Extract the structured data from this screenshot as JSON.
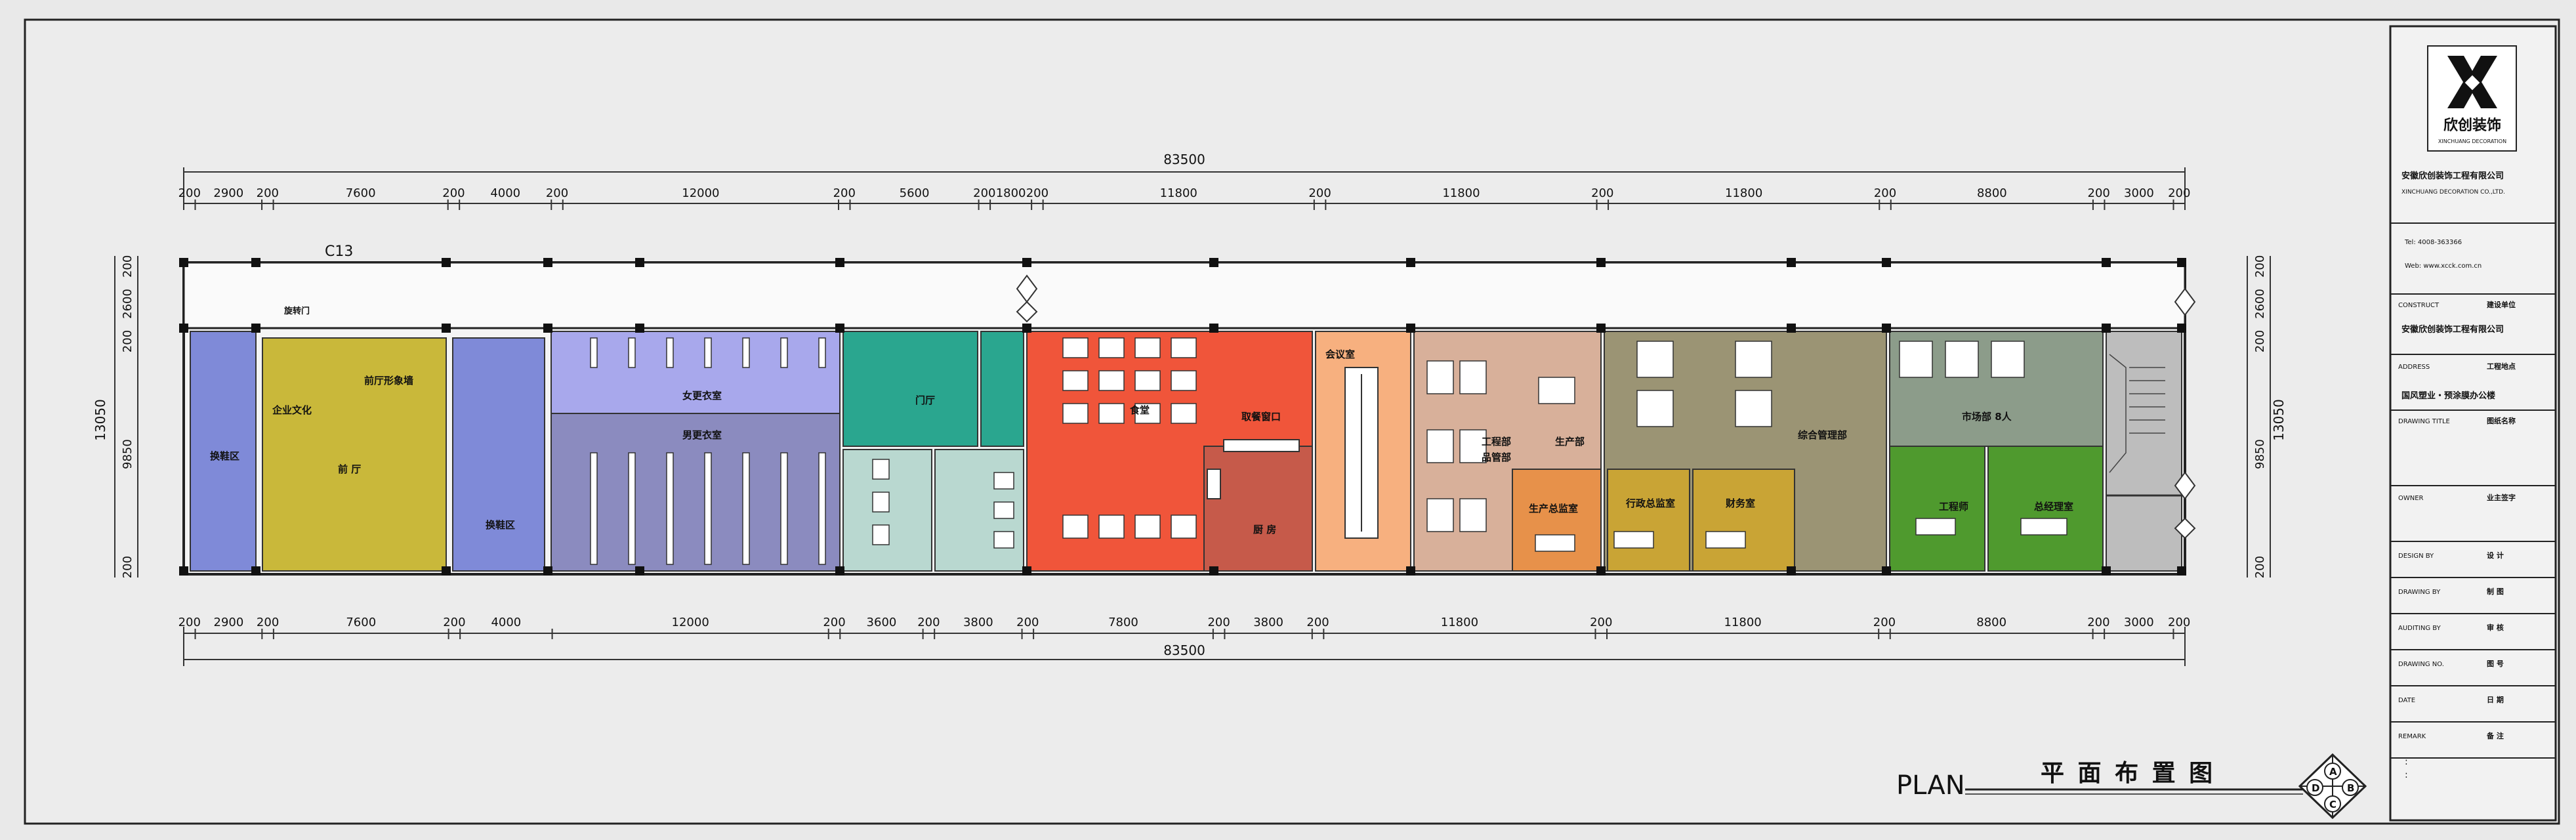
{
  "dimensions": {
    "top_total": "83500",
    "bottom_total": "83500",
    "top_segments": [
      "200",
      "2900",
      "200",
      "7600",
      "200",
      "4000",
      "200",
      "12000",
      "200",
      "5600",
      "200",
      "1800",
      "200",
      "11800",
      "200",
      "11800",
      "200",
      "11800",
      "200",
      "8800",
      "200",
      "3000",
      "200"
    ],
    "bottom_segments": [
      "200",
      "2900",
      "200",
      "7600",
      "200",
      "4000",
      "12000",
      "200",
      "3600",
      "200",
      "3800",
      "200",
      "7800",
      "200",
      "3800",
      "200",
      "11800",
      "200",
      "11800",
      "200",
      "8800",
      "200",
      "3000",
      "200"
    ],
    "left_segments": [
      "200",
      "2600",
      "200",
      "9850",
      "200"
    ],
    "left_total": "13050",
    "right_segments": [
      "200",
      "2600",
      "200",
      "9850",
      "200"
    ],
    "right_total": "13050",
    "corridor_label": "C13"
  },
  "rooms": {
    "changing_left": "换鞋区",
    "corporate_culture": "企业文化",
    "front_hall": "前 厅",
    "hall_image_wall": "前厅形象墙",
    "door_label": "旋转门",
    "changing_right": "换鞋区",
    "female_locker": "女更衣室",
    "male_locker": "男更衣室",
    "lobby": "门厅",
    "canteen": "食堂",
    "serving_window": "取餐窗口",
    "kitchen": "厨 房",
    "meeting_room": "会议室",
    "engineering_dept": "工程部",
    "quality_dept": "品管部",
    "production_dept": "生产部",
    "production_director": "生产总监室",
    "general_management": "综合管理部",
    "admin_director": "行政总监室",
    "finance_room": "财务室",
    "marketing_dept": "市场部 8人",
    "engineer_room": "工程师",
    "gm_room": "总经理室"
  },
  "title_block": {
    "company_cn": "安徽欣创装饰工程有限公司",
    "company_en": "XINCHUANG DECORATION  CO.,LTD.",
    "logo_text": "欣创装饰",
    "logo_sub": "XINCHUANG DECORATION",
    "tel": "Tel: 4008-363366",
    "web": "Web:  www.xcck.com.cn",
    "construct_label": "CONSTRUCT",
    "construct_value_label": "建设单位",
    "construct_value": "安徽欣创装饰工程有限公司",
    "address_label": "ADDRESS",
    "address_value_label": "工程地点",
    "address_value": "国风塑业・预涂膜办公楼",
    "drawing_title_label": "DRAWING   TITLE",
    "drawing_title_value": "图纸名称",
    "owner_label": "OWNER",
    "owner_value": "业主签字",
    "rows": [
      {
        "label": "DESIGN   BY",
        "value": "设  计"
      },
      {
        "label": "DRAWING   BY",
        "value": "制  图"
      },
      {
        "label": "AUDITING   BY",
        "value": "审  核"
      },
      {
        "label": "DRAWING   NO.",
        "value": "图  号"
      },
      {
        "label": "DATE",
        "value": "日  期"
      },
      {
        "label": "REMARK",
        "value": "备  注"
      }
    ]
  },
  "plan_title": {
    "en": "PLAN",
    "cn": "平 面 布 置 图",
    "compass": [
      "A",
      "B",
      "C",
      "D"
    ]
  },
  "colors": {
    "changing": "#7f8ad8",
    "front_hall": "#c9b83a",
    "female_locker": "#a8a8ec",
    "male_locker": "#8b8bbf",
    "lobby": "#2aa68f",
    "toilet": "#b9d8d0",
    "canteen": "#f0553a",
    "kitchen": "#c65a4a",
    "meeting": "#f7b07f",
    "engineering": "#d8b09a",
    "production_director": "#e7914a",
    "general": "#9b9474",
    "admin": "#c9a435",
    "marketing": "#8c9c8a",
    "manager": "#4f9a2e",
    "stair": "#bdbdbd"
  }
}
